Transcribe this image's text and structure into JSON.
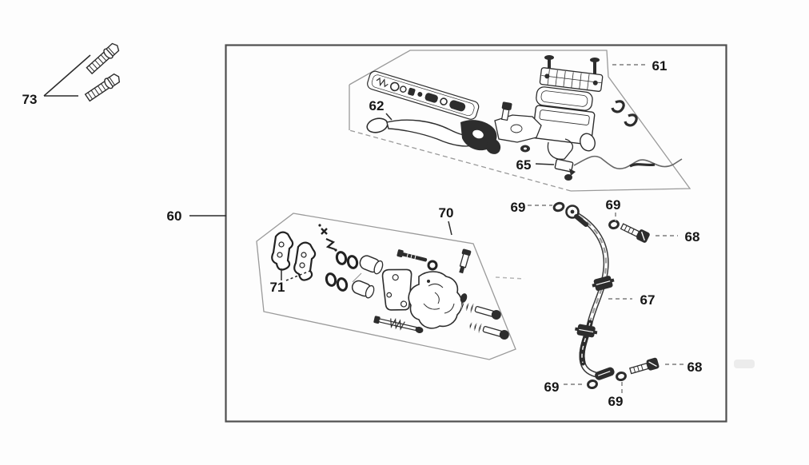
{
  "figure": {
    "kind": "exploded-parts-diagram",
    "colors": {
      "background": "#fdfdfd",
      "line": "#2d2d2d",
      "box_border": "#4f4f4f",
      "panel_outline": "#9a9a9a",
      "leader_dashed": "#8f8f8f",
      "label_text": "#161616"
    }
  },
  "labels": [
    {
      "text": "73",
      "target": "flange-bolt-pair"
    },
    {
      "text": "60",
      "target": "assembly-box"
    },
    {
      "text": "61",
      "target": "master-cylinder-panel"
    },
    {
      "text": "62",
      "target": "brake-lever"
    },
    {
      "text": "65",
      "target": "switch-part"
    },
    {
      "text": "70",
      "target": "caliper-panel"
    },
    {
      "text": "71",
      "target": "brake-pads"
    },
    {
      "text": "69",
      "target": "washer-top-left"
    },
    {
      "text": "69",
      "target": "washer-top-right"
    },
    {
      "text": "68",
      "target": "banjo-bolt-top"
    },
    {
      "text": "67",
      "target": "brake-hose"
    },
    {
      "text": "69",
      "target": "washer-bottom-left"
    },
    {
      "text": "69",
      "target": "washer-bottom-center"
    },
    {
      "text": "68",
      "target": "banjo-bolt-bottom"
    }
  ]
}
